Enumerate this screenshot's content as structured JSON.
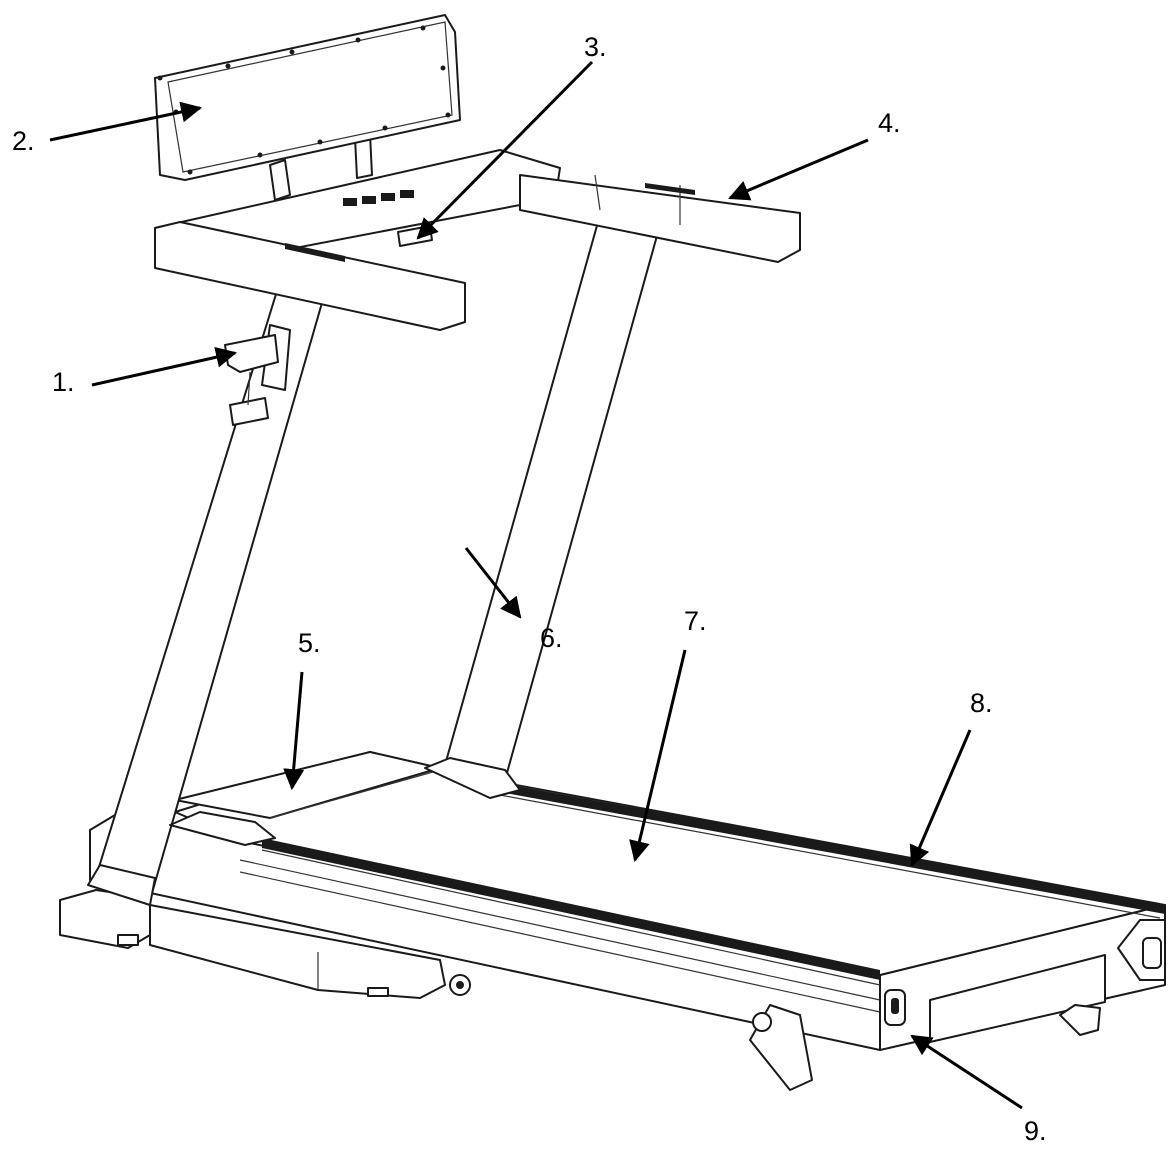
{
  "callouts": [
    {
      "id": "1",
      "label": "1."
    },
    {
      "id": "2",
      "label": "2."
    },
    {
      "id": "3",
      "label": "3."
    },
    {
      "id": "4",
      "label": "4."
    },
    {
      "id": "5",
      "label": "5."
    },
    {
      "id": "6",
      "label": "6."
    },
    {
      "id": "7",
      "label": "7."
    },
    {
      "id": "8",
      "label": "8."
    },
    {
      "id": "9",
      "label": "9."
    }
  ],
  "colors": {
    "line": "#1a1a1a",
    "belt": "#1a1a1a",
    "background": "#ffffff"
  }
}
